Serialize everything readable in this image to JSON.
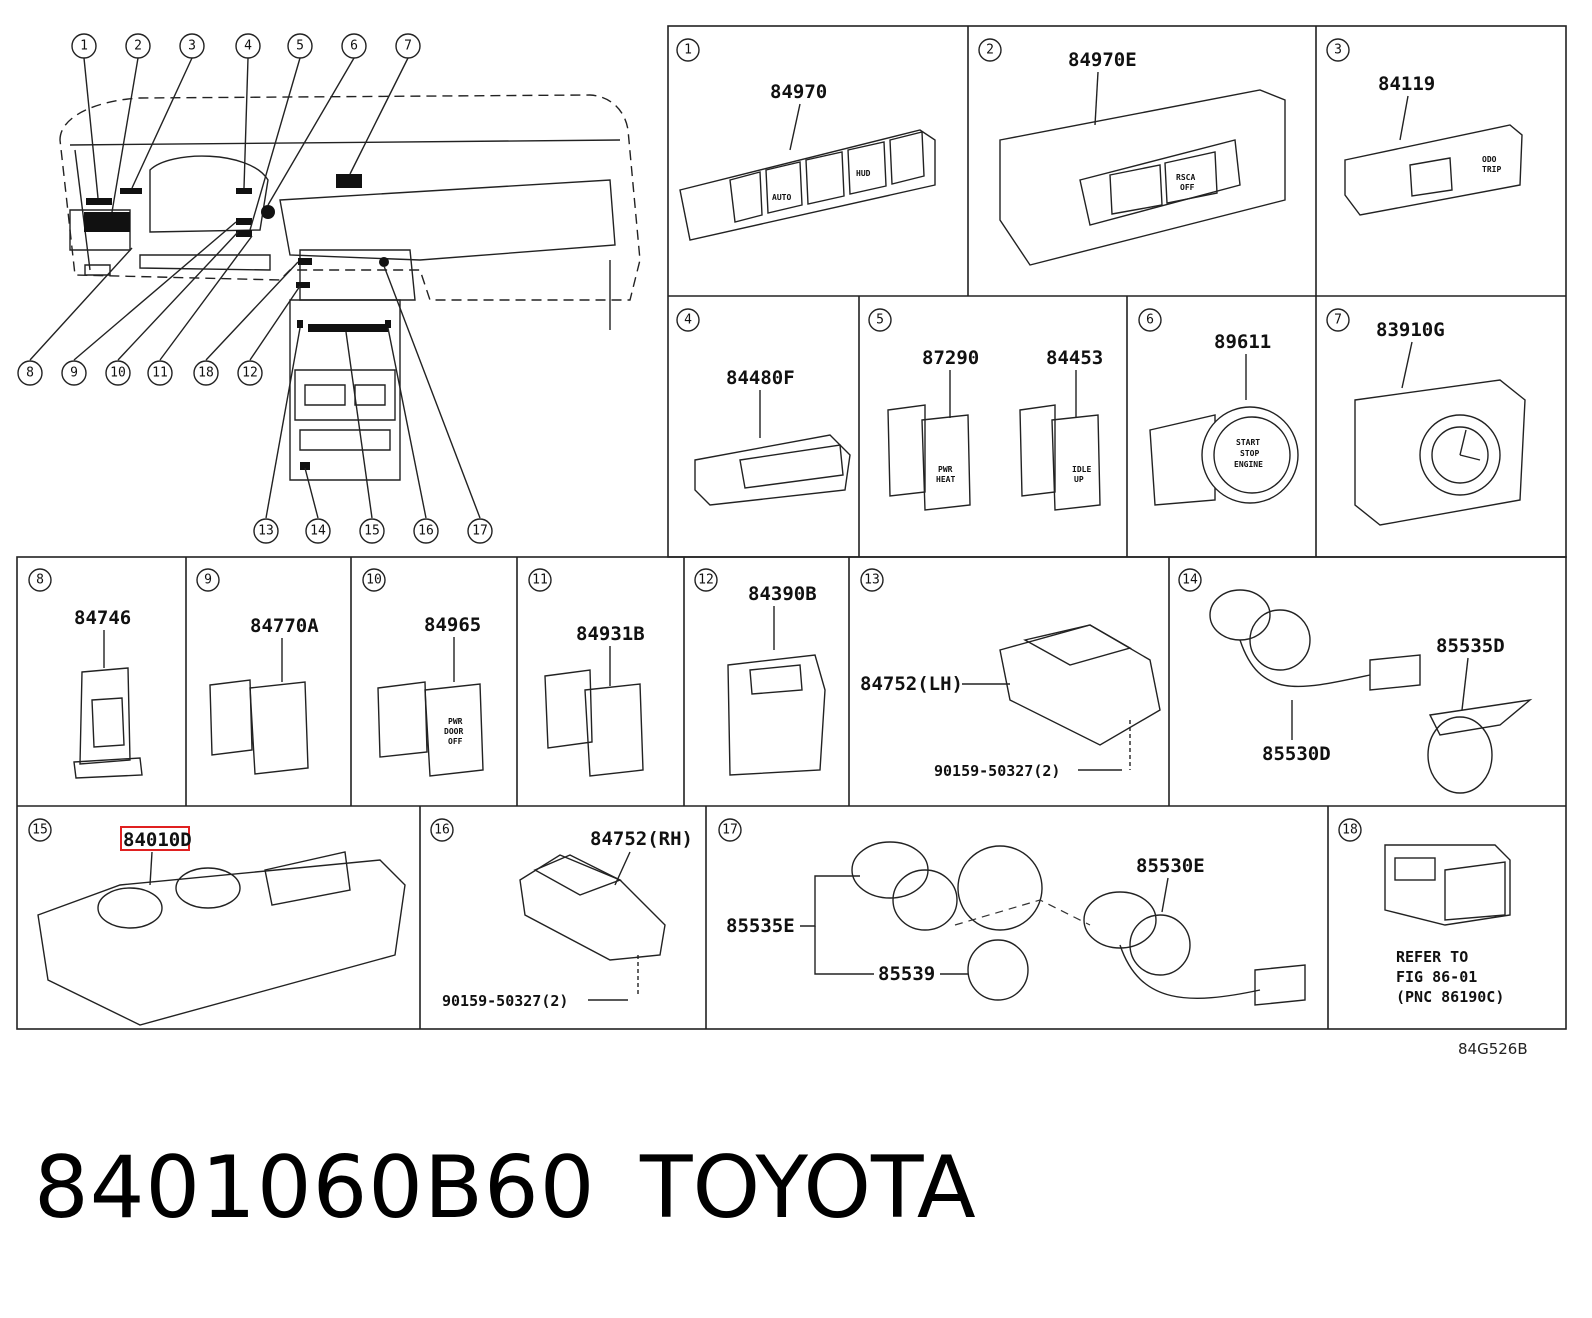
{
  "overview": {
    "callouts": [
      "1",
      "2",
      "3",
      "4",
      "5",
      "6",
      "7",
      "8",
      "9",
      "10",
      "11",
      "18",
      "12",
      "13",
      "14",
      "15",
      "16",
      "17"
    ]
  },
  "cells": [
    {
      "index": "1",
      "parts": [
        "84970"
      ],
      "switch_labels": [
        "AUTO",
        "HUD"
      ]
    },
    {
      "index": "2",
      "parts": [
        "84970E"
      ],
      "switch_labels": [
        "RSCA",
        "OFF"
      ]
    },
    {
      "index": "3",
      "parts": [
        "84119"
      ],
      "switch_labels": [
        "ODO",
        "TRIP"
      ]
    },
    {
      "index": "4",
      "parts": [
        "84480F"
      ]
    },
    {
      "index": "5",
      "parts": [
        "87290",
        "84453"
      ],
      "switch_labels": [
        "PWR",
        "HEAT",
        "IDLE",
        "UP"
      ]
    },
    {
      "index": "6",
      "parts": [
        "89611"
      ],
      "switch_labels": [
        "START",
        "STOP",
        "ENGINE"
      ]
    },
    {
      "index": "7",
      "parts": [
        "83910G"
      ]
    },
    {
      "index": "8",
      "parts": [
        "84746"
      ]
    },
    {
      "index": "9",
      "parts": [
        "84770A"
      ]
    },
    {
      "index": "10",
      "parts": [
        "84965"
      ],
      "switch_labels": [
        "PWR",
        "DOOR",
        "OFF"
      ]
    },
    {
      "index": "11",
      "parts": [
        "84931B"
      ]
    },
    {
      "index": "12",
      "parts": [
        "84390B"
      ]
    },
    {
      "index": "13",
      "parts": [
        "84752(LH)",
        "90159-50327(2)"
      ]
    },
    {
      "index": "14",
      "parts": [
        "85535D",
        "85530D"
      ]
    },
    {
      "index": "15",
      "parts": [
        "84010D"
      ],
      "highlighted": "84010D"
    },
    {
      "index": "16",
      "parts": [
        "84752(RH)",
        "90159-50327(2)"
      ]
    },
    {
      "index": "17",
      "parts": [
        "85530E",
        "85535E",
        "85539"
      ]
    },
    {
      "index": "18",
      "parts": [
        "REFER TO",
        "FIG 86-01",
        "(PNC 86190C)"
      ]
    }
  ],
  "figure_code": "84G526B",
  "footer": {
    "part_number": "8401060B60",
    "brand": "TOYOTA"
  },
  "colors": {
    "highlight": "#e02020",
    "line": "#222222"
  }
}
